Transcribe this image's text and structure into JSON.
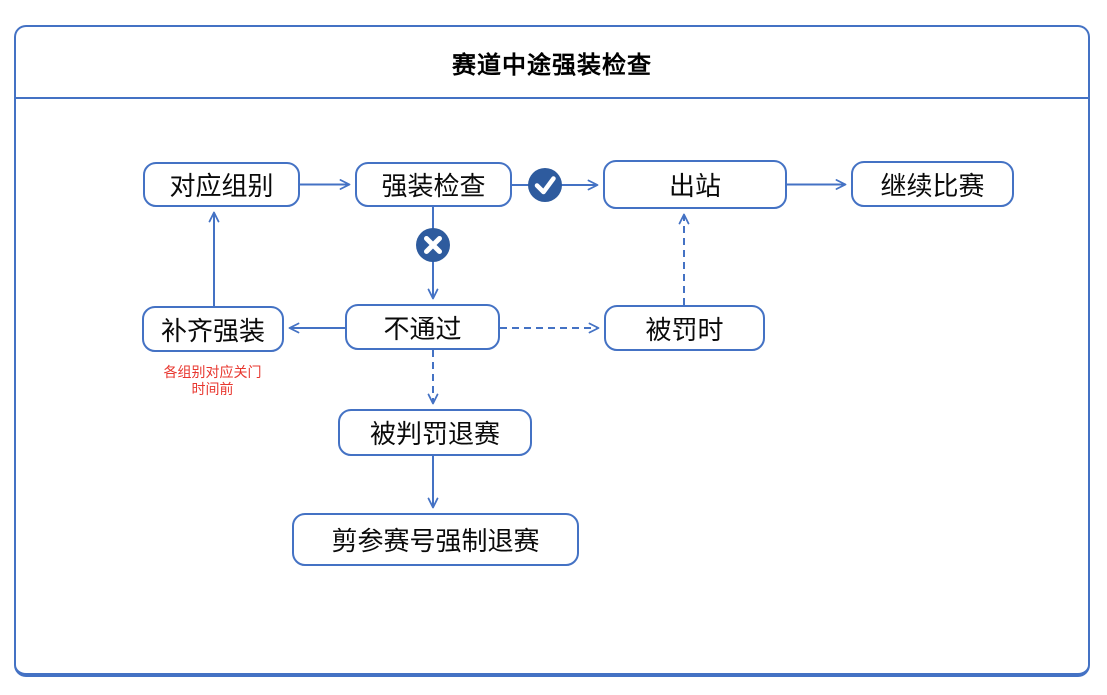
{
  "diagram": {
    "title": "赛道中途强装检查",
    "nodes": {
      "group": "对应组别",
      "gear_check": "强装检查",
      "exit_station": "出站",
      "continue_race": "继续比赛",
      "complete_gear": "补齐强装",
      "fail": "不通过",
      "time_penalty": "被罚时",
      "penalized_withdrawal": "被判罚退赛",
      "forced_withdrawal": "剪参赛号强制退赛"
    },
    "note": {
      "line1": "各组别对应关门",
      "line2": "时间前"
    },
    "icons": {
      "pass": "check-icon",
      "fail": "x-icon"
    },
    "edges": [
      {
        "from": "对应组别",
        "to": "强装检查",
        "style": "solid"
      },
      {
        "from": "强装检查",
        "to": "出站",
        "style": "solid",
        "via": "check-icon"
      },
      {
        "from": "出站",
        "to": "继续比赛",
        "style": "solid"
      },
      {
        "from": "强装检查",
        "to": "不通过",
        "style": "solid",
        "via": "x-icon"
      },
      {
        "from": "不通过",
        "to": "补齐强装",
        "style": "solid"
      },
      {
        "from": "补齐强装",
        "to": "对应组别",
        "style": "solid"
      },
      {
        "from": "不通过",
        "to": "被罚时",
        "style": "dashed"
      },
      {
        "from": "被罚时",
        "to": "出站",
        "style": "dashed"
      },
      {
        "from": "不通过",
        "to": "被判罚退赛",
        "style": "dashed"
      },
      {
        "from": "被判罚退赛",
        "to": "剪参赛号强制退赛",
        "style": "solid"
      }
    ],
    "colors": {
      "line_blue": "#4472C4",
      "icon_fill_blue": "#2E5B9E",
      "note_red": "#E8372F",
      "text_black": "#000000"
    }
  }
}
